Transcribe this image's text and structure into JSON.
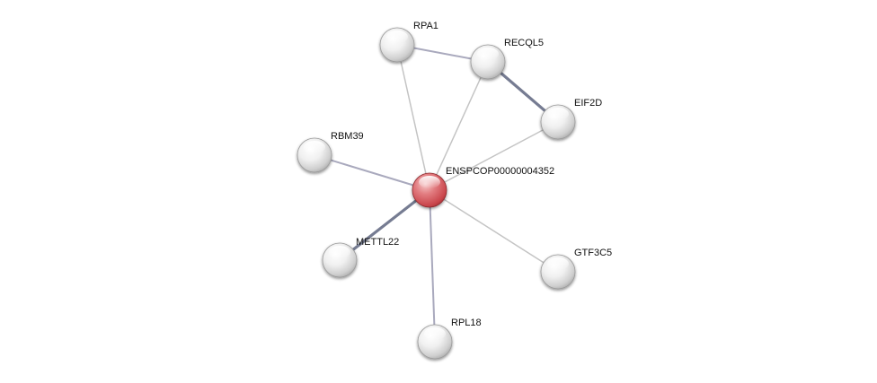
{
  "network": {
    "center_node": "ENSPCOP00000004352",
    "nodes": [
      {
        "id": "ENSPCOP00000004352",
        "label": "ENSPCOP00000004352",
        "kind": "query",
        "color": "#d9555a"
      },
      {
        "id": "RPA1",
        "label": "RPA1",
        "kind": "partner",
        "color": "#e0e0e0"
      },
      {
        "id": "RECQL5",
        "label": "RECQL5",
        "kind": "partner",
        "color": "#e0e0e0"
      },
      {
        "id": "EIF2D",
        "label": "EIF2D",
        "kind": "partner",
        "color": "#e0e0e0"
      },
      {
        "id": "RBM39",
        "label": "RBM39",
        "kind": "partner",
        "color": "#e0e0e0"
      },
      {
        "id": "METTL22",
        "label": "METTL22",
        "kind": "partner",
        "color": "#e0e0e0"
      },
      {
        "id": "GTF3C5",
        "label": "GTF3C5",
        "kind": "partner",
        "color": "#e0e0e0"
      },
      {
        "id": "RPL18",
        "label": "RPL18",
        "kind": "partner",
        "color": "#e0e0e0"
      }
    ],
    "edges": [
      {
        "source": "ENSPCOP00000004352",
        "target": "RPA1",
        "strength": "weak"
      },
      {
        "source": "ENSPCOP00000004352",
        "target": "RECQL5",
        "strength": "weak"
      },
      {
        "source": "ENSPCOP00000004352",
        "target": "EIF2D",
        "strength": "weak"
      },
      {
        "source": "ENSPCOP00000004352",
        "target": "RBM39",
        "strength": "medium"
      },
      {
        "source": "ENSPCOP00000004352",
        "target": "METTL22",
        "strength": "strong"
      },
      {
        "source": "ENSPCOP00000004352",
        "target": "GTF3C5",
        "strength": "weak"
      },
      {
        "source": "ENSPCOP00000004352",
        "target": "RPL18",
        "strength": "medium"
      },
      {
        "source": "RPA1",
        "target": "RECQL5",
        "strength": "medium"
      },
      {
        "source": "RECQL5",
        "target": "EIF2D",
        "strength": "strong"
      }
    ],
    "edge_colors": {
      "weak": "#c4c4c4",
      "medium": "#a9a9bd",
      "strong": "#767c92"
    }
  }
}
